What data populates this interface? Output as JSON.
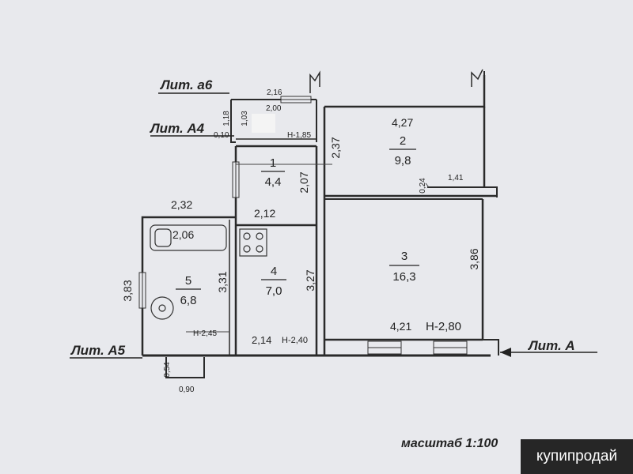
{
  "labels": {
    "lit_a6": "Лит. а6",
    "lit_a4": "Лит. А4",
    "lit_a5": "Лит. А5",
    "lit_a": "Лит. А"
  },
  "rooms": [
    {
      "num": "1",
      "area": "4,4"
    },
    {
      "num": "2",
      "area": "9,8"
    },
    {
      "num": "3",
      "area": "16,3"
    },
    {
      "num": "4",
      "area": "7,0"
    },
    {
      "num": "5",
      "area": "6,8"
    }
  ],
  "dims": {
    "a6_outer": "2,16",
    "a6_inner": "2,00",
    "a6_h1": "1,18",
    "a6_h2": "1,03",
    "a4_left": "0,10",
    "a4_height": "Н-1,85",
    "r2_width": "4,27",
    "r2_h": "2,37",
    "r2_small": "1,41",
    "r2_step": "0,24",
    "r1_h": "2,07",
    "r1_w": "2,12",
    "r5_top": "2,32",
    "r5_bath": "2,06",
    "r5_h": "3,83",
    "r4_left": "3,31",
    "r4_right": "3,27",
    "r5_height": "Н-2,45",
    "r4_width": "2,14",
    "r4_height": "Н-2,40",
    "r3_h": "3,86",
    "r3_width": "4,21",
    "r3_height": "Н-2,80",
    "porch_h": "0,54",
    "porch_w": "0,90"
  },
  "scale": "масштаб 1:100",
  "badge": "купипродай"
}
